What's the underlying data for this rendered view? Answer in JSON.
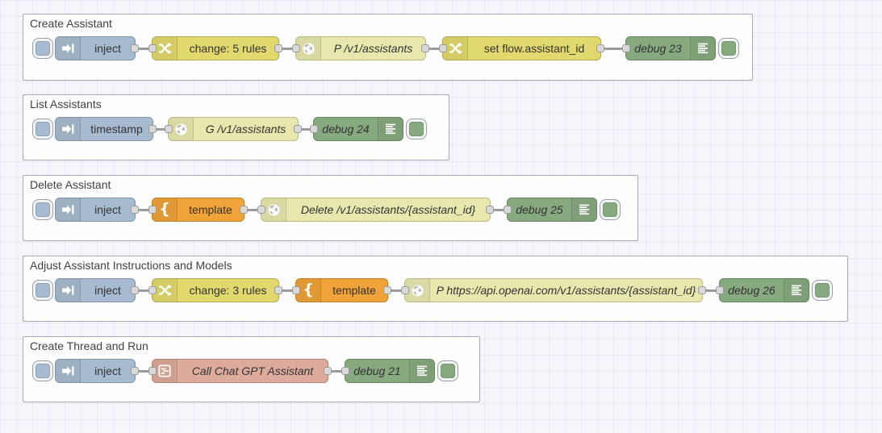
{
  "editor": {
    "kind": "flow-editor-canvas",
    "grid_color": "#e6e9f4",
    "canvas_color": "#f5f6fa"
  },
  "node_colors": {
    "inject": "#a6bbcf",
    "change": "#e2d96e",
    "http_request": "#e7e7ae",
    "template": "#efa338",
    "debug": "#87a980",
    "subflow": "#dcab9b"
  },
  "groups": [
    {
      "title": "Create Assistant",
      "nodes": [
        {
          "type": "inject",
          "icon": "inject-arrow-icon",
          "label": "inject"
        },
        {
          "type": "change",
          "icon": "shuffle-icon",
          "label": "change: 5 rules"
        },
        {
          "type": "http-request",
          "icon": "globe-icon",
          "label": "P /v1/assistants"
        },
        {
          "type": "change",
          "icon": "shuffle-icon",
          "label": "set flow.assistant_id"
        },
        {
          "type": "debug",
          "icon": "debug-list-icon",
          "label": "debug 23"
        }
      ]
    },
    {
      "title": "List Assistants",
      "nodes": [
        {
          "type": "inject",
          "icon": "inject-arrow-icon",
          "label": "timestamp"
        },
        {
          "type": "http-request",
          "icon": "globe-icon",
          "label": "G /v1/assistants"
        },
        {
          "type": "debug",
          "icon": "debug-list-icon",
          "label": "debug 24"
        }
      ]
    },
    {
      "title": "Delete Assistant",
      "nodes": [
        {
          "type": "inject",
          "icon": "inject-arrow-icon",
          "label": "inject"
        },
        {
          "type": "template",
          "icon": "curly-brace-icon",
          "label": "template"
        },
        {
          "type": "http-request",
          "icon": "globe-icon",
          "label": "Delete /v1/assistants/{assistant_id}"
        },
        {
          "type": "debug",
          "icon": "debug-list-icon",
          "label": "debug 25"
        }
      ]
    },
    {
      "title": "Adjust Assistant Instructions and Models",
      "nodes": [
        {
          "type": "inject",
          "icon": "inject-arrow-icon",
          "label": "inject"
        },
        {
          "type": "change",
          "icon": "shuffle-icon",
          "label": "change: 3 rules"
        },
        {
          "type": "template",
          "icon": "curly-brace-icon",
          "label": "template"
        },
        {
          "type": "http-request",
          "icon": "globe-icon",
          "label": "P https://api.openai.com/v1/assistants/{assistant_id}"
        },
        {
          "type": "debug",
          "icon": "debug-list-icon",
          "label": "debug 26"
        }
      ]
    },
    {
      "title": "Create Thread and Run",
      "nodes": [
        {
          "type": "inject",
          "icon": "inject-arrow-icon",
          "label": "inject"
        },
        {
          "type": "subflow",
          "icon": "subflow-icon",
          "label": "Call Chat GPT Assistant"
        },
        {
          "type": "debug",
          "icon": "debug-list-icon",
          "label": "debug 21"
        }
      ]
    }
  ]
}
